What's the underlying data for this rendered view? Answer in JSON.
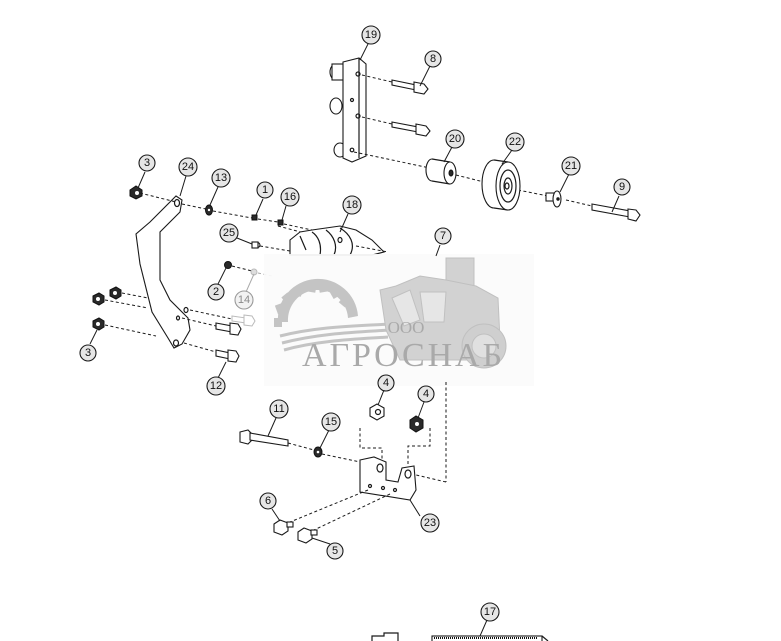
{
  "diagram": {
    "type": "exploded-parts-diagram",
    "subject": "Idler pulley / bracket assembly",
    "callouts": [
      {
        "id": "19",
        "label": "19"
      },
      {
        "id": "8",
        "label": "8"
      },
      {
        "id": "20",
        "label": "20"
      },
      {
        "id": "22",
        "label": "22"
      },
      {
        "id": "21",
        "label": "21"
      },
      {
        "id": "9",
        "label": "9"
      },
      {
        "id": "3a",
        "label": "3"
      },
      {
        "id": "24",
        "label": "24"
      },
      {
        "id": "13",
        "label": "13"
      },
      {
        "id": "1",
        "label": "1"
      },
      {
        "id": "16",
        "label": "16"
      },
      {
        "id": "18",
        "label": "18"
      },
      {
        "id": "25",
        "label": "25"
      },
      {
        "id": "7",
        "label": "7"
      },
      {
        "id": "2",
        "label": "2"
      },
      {
        "id": "14",
        "label": "14"
      },
      {
        "id": "3b",
        "label": "3"
      },
      {
        "id": "12",
        "label": "12"
      },
      {
        "id": "4a",
        "label": "4"
      },
      {
        "id": "4b",
        "label": "4"
      },
      {
        "id": "11",
        "label": "11"
      },
      {
        "id": "15",
        "label": "15"
      },
      {
        "id": "23",
        "label": "23"
      },
      {
        "id": "6",
        "label": "6"
      },
      {
        "id": "5",
        "label": "5"
      },
      {
        "id": "17",
        "label": "17"
      }
    ]
  },
  "watermark": {
    "prefix": "ООО",
    "brand": "АГРОСНАБ"
  },
  "colors": {
    "line": "#1a1a1a",
    "callout_fill": "#e6e6e6",
    "watermark_gray": "#c4c4c4",
    "watermark_text": "#a9a9a9",
    "background": "#ffffff"
  }
}
